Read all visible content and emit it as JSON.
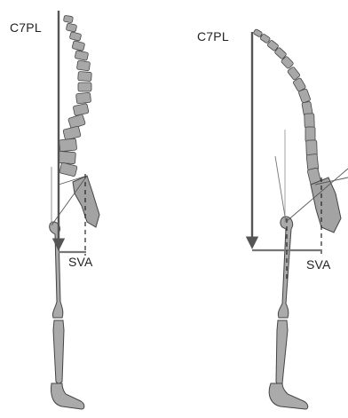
{
  "labels": {
    "c7pl": "C7PL",
    "sva": "SVA"
  },
  "colors": {
    "bone_fill": "#a3a3a3",
    "bone_stroke": "#3c3c3c",
    "plumb_line": "#555555",
    "measure_line": "#777777"
  },
  "panels": [
    {
      "name": "left-skeleton",
      "c7pl_label": "C7PL",
      "sva_label": "SVA"
    },
    {
      "name": "right-skeleton",
      "c7pl_label": "C7PL",
      "sva_label": "SVA"
    }
  ]
}
